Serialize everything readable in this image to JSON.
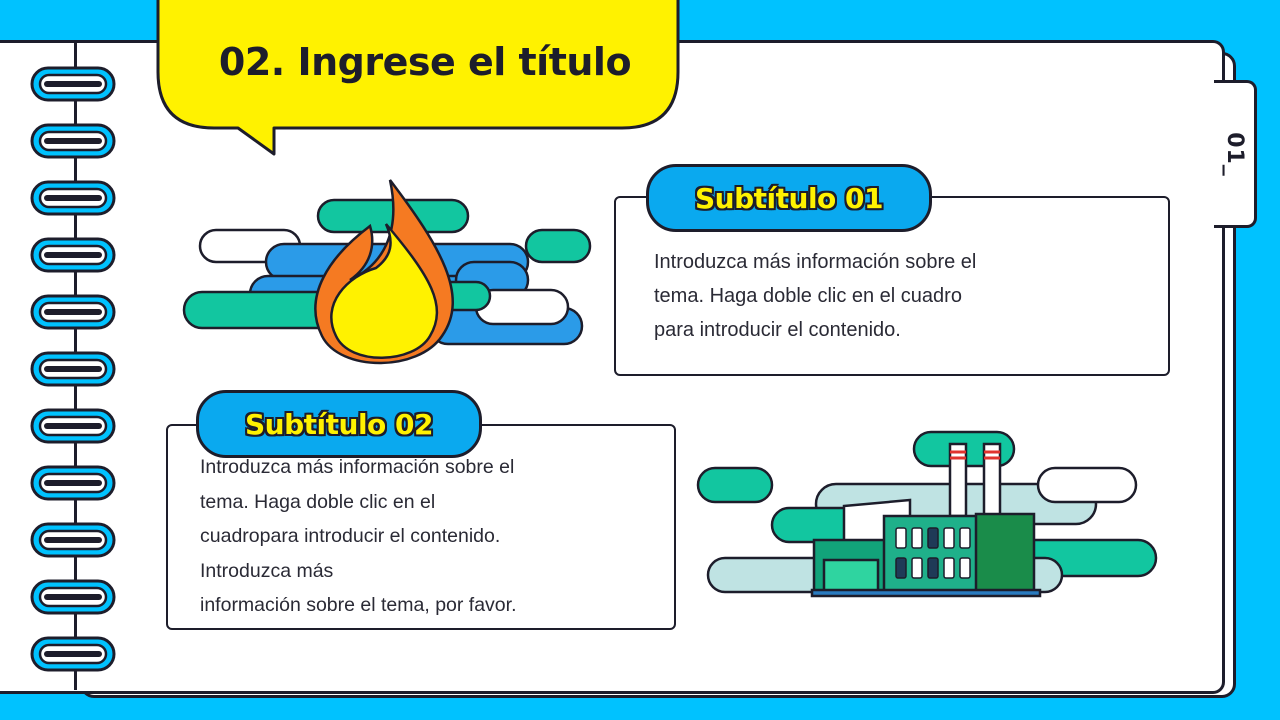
{
  "slide": {
    "title": "02. Ingrese el título",
    "page_tab": "01_"
  },
  "section1": {
    "subtitle": "Subtítulo 01",
    "body": "Introduzca más información sobre el\ntema. Haga doble clic en el cuadro\npara introducir el contenido."
  },
  "section2": {
    "subtitle": "Subtítulo 02",
    "body": "Introduzca más información sobre el\ntema. Haga doble clic en el\ncuadropara introducir el contenido.\nIntroduzca más\ninformación sobre el tema, por favor."
  },
  "colors": {
    "background": "#00c2ff",
    "accent_yellow": "#fff200",
    "pill_blue": "#0aa9ef",
    "teal": "#12c6a0",
    "outline": "#1d1d2b"
  },
  "icons": [
    "spiral-ring-icon",
    "fire-illustration-icon",
    "factory-illustration-icon"
  ]
}
